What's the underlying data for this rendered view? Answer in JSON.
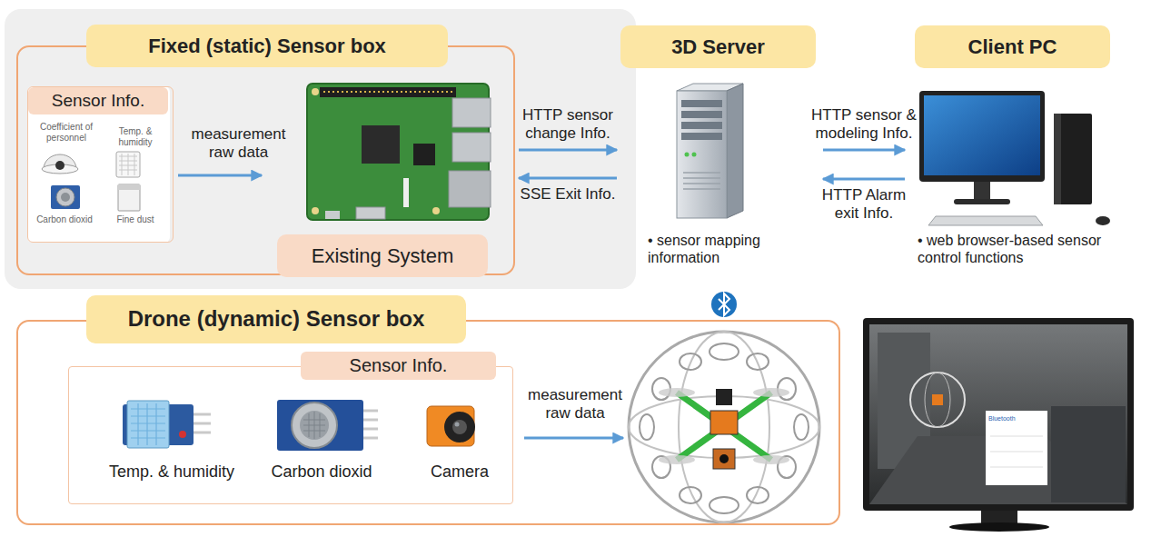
{
  "diagram": {
    "nodes": [
      {
        "text": [
          "Fixed (static) Sensor box",
          "Existing System"
        ]
      },
      {
        "text": [
          "Sensor Info.",
          "Coefficient of personnel",
          "Temp. & humidity",
          "Carbon dioxid",
          "Fine dust"
        ],
        "in": 0
      },
      {
        "text": [
          "3D Server",
          "• sensor mapping information"
        ]
      },
      {
        "text": [
          "Client PC",
          "• web browser-based sensor control functions"
        ]
      },
      {
        "text": [
          "Drone (dynamic) Sensor box"
        ]
      },
      {
        "text": [
          "Sensor Info.",
          "Temp. & humidity",
          "Carbon dioxid",
          "Camera"
        ],
        "in": 4
      }
    ],
    "edges": [
      {
        "from": 0,
        "to": 2,
        "label": "HTTP sensor change Info.",
        "arrow": "to"
      },
      {
        "from": 2,
        "to": 0,
        "label": "SSE Exit Info.",
        "arrow": "to"
      },
      {
        "from": 2,
        "to": 3,
        "label": "HTTP sensor & modeling Info.",
        "arrow": "to"
      },
      {
        "from": 3,
        "to": 2,
        "label": "HTTP Alarm exit Info.",
        "arrow": "to"
      }
    ],
    "labels": [
      "measurement raw data",
      "measurement raw data",
      "Bluetooth"
    ]
  }
}
